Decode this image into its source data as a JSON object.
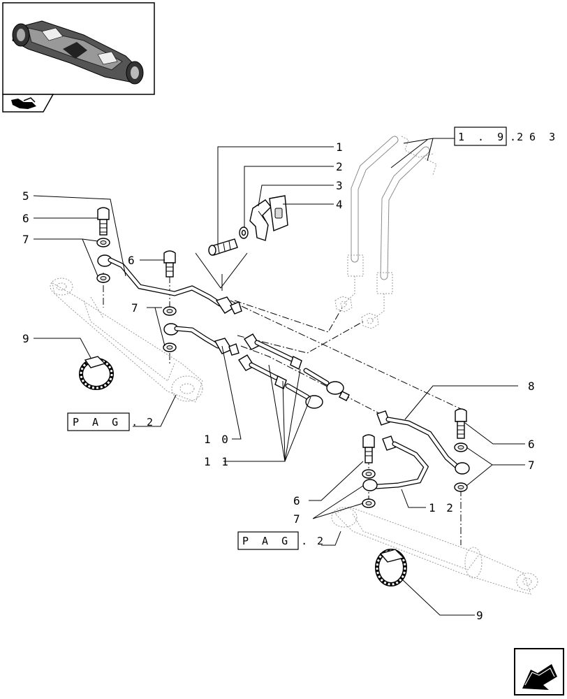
{
  "callouts": {
    "c1": "1",
    "c2": "2",
    "c3": "3",
    "c4": "4",
    "c5": "5",
    "c6a": "6",
    "c6b": "6",
    "c6c": "6",
    "c6d": "6",
    "c7a": "7",
    "c7b": "7",
    "c7c": "7",
    "c7d": "7",
    "c8": "8",
    "c9a": "9",
    "c9b": "9",
    "c10": "1 0",
    "c11": "1 1",
    "c12": "1 2"
  },
  "references": {
    "ref_top_boxed": "1 . 9 2",
    "ref_top_suffix": ". 6 3",
    "pag_left_boxed": "P A G .",
    "pag_left_suffix": "2",
    "pag_right_boxed": "P A G .",
    "pag_right_suffix": "2"
  },
  "icons": {
    "thumbnail": "front-axle-thumbnail",
    "section_badge": "tractor-section-icon",
    "navigation": "next-page-arrow-icon"
  }
}
